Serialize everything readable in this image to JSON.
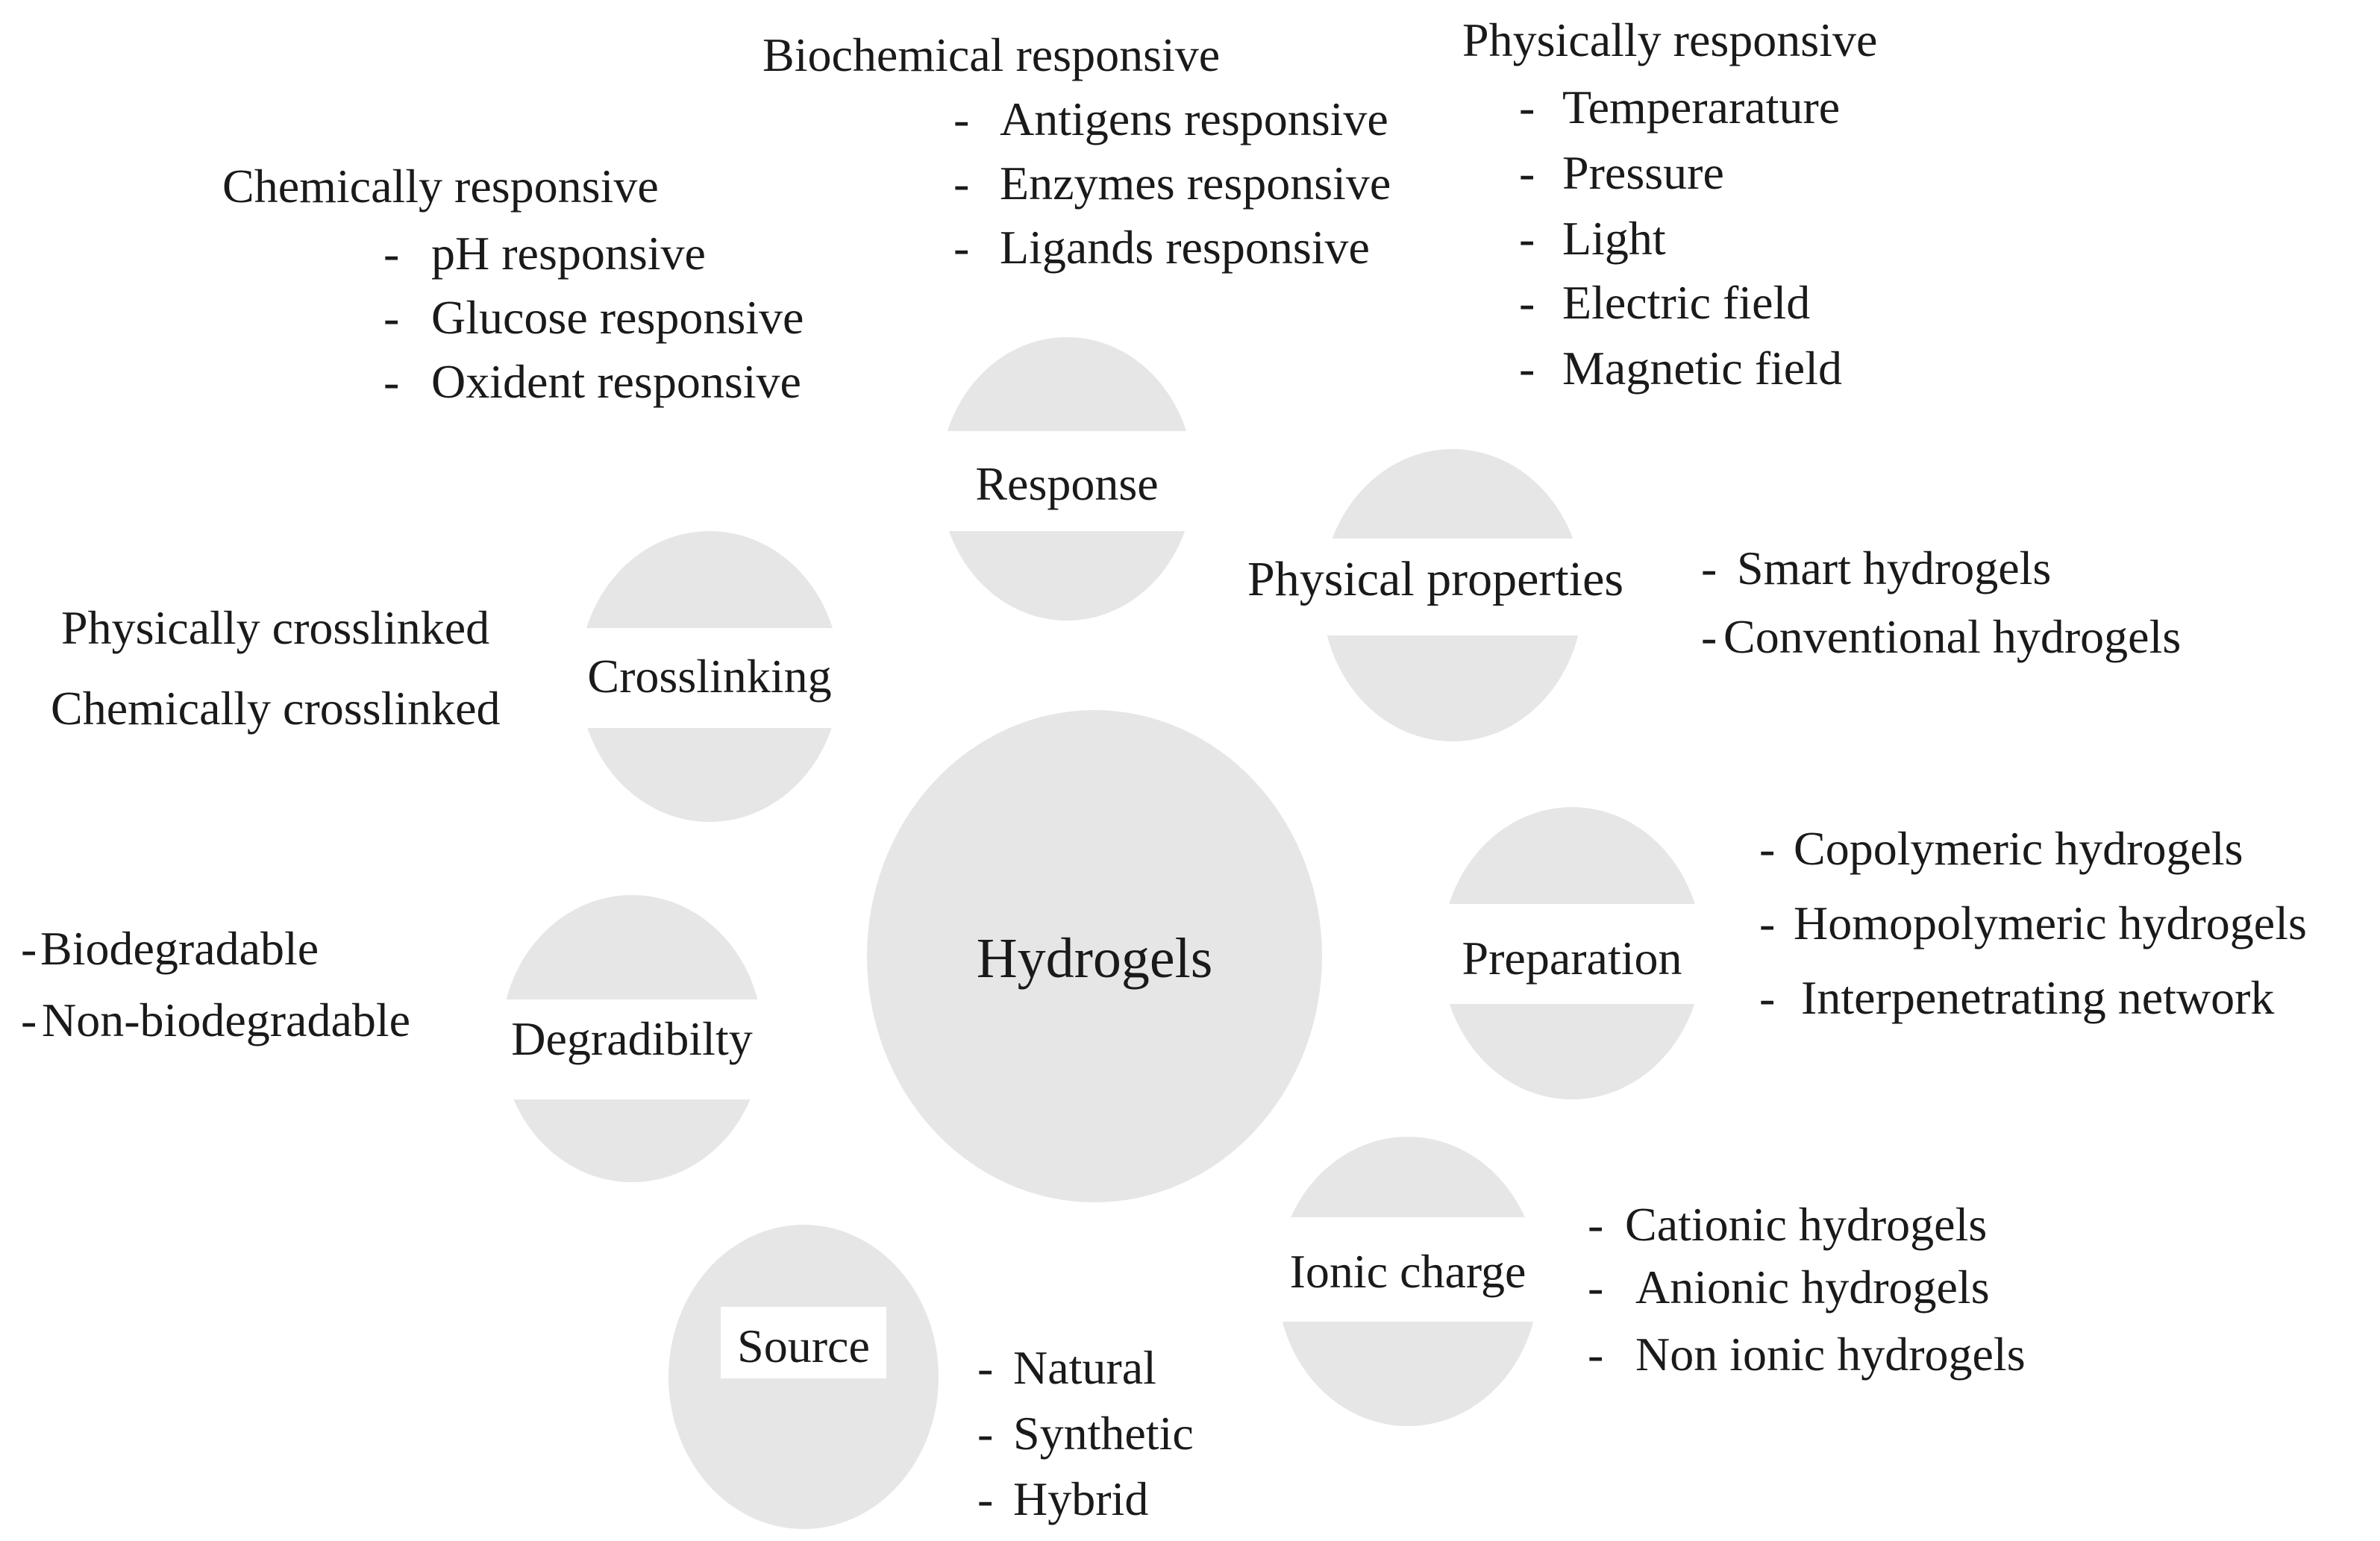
{
  "center": {
    "label": "Hydrogels"
  },
  "categories": {
    "response": "Response",
    "physical_properties": "Physical properties",
    "crosslinking": "Crosslinking",
    "preparation": "Preparation",
    "degradability": "Degradibilty",
    "ionic_charge": "Ionic charge",
    "source": "Source"
  },
  "response": {
    "biochemical": {
      "heading": "Biochemical responsive",
      "items": [
        "Antigens responsive",
        "Enzymes responsive",
        "Ligands responsive"
      ]
    },
    "physical": {
      "heading": "Physically responsive",
      "items": [
        "Temperarature",
        "Pressure",
        "Light",
        "Electric field",
        "Magnetic field"
      ]
    },
    "chemical": {
      "heading": "Chemically responsive",
      "items": [
        "pH responsive",
        "Glucose responsive",
        "Oxident responsive"
      ]
    }
  },
  "physical_properties": {
    "items": [
      "Smart hydrogels",
      "Conventional hydrogels"
    ]
  },
  "crosslinking": {
    "items": [
      "Physically crosslinked",
      "Chemically crosslinked"
    ]
  },
  "preparation": {
    "items": [
      "Copolymeric hydrogels",
      "Homopolymeric hydrogels",
      "Interpenetrating network"
    ]
  },
  "degradability": {
    "items": [
      "Biodegradable",
      "Non-biodegradable"
    ]
  },
  "ionic_charge": {
    "items": [
      "Cationic hydrogels",
      "Anionic hydrogels",
      "Non ionic hydrogels"
    ]
  },
  "source": {
    "items": [
      "Natural",
      "Synthetic",
      "Hybrid"
    ]
  },
  "bullet": "-",
  "colors": {
    "circle_fill": "#e6e6e6",
    "background": "#ffffff",
    "text": "#1a1a1a"
  }
}
